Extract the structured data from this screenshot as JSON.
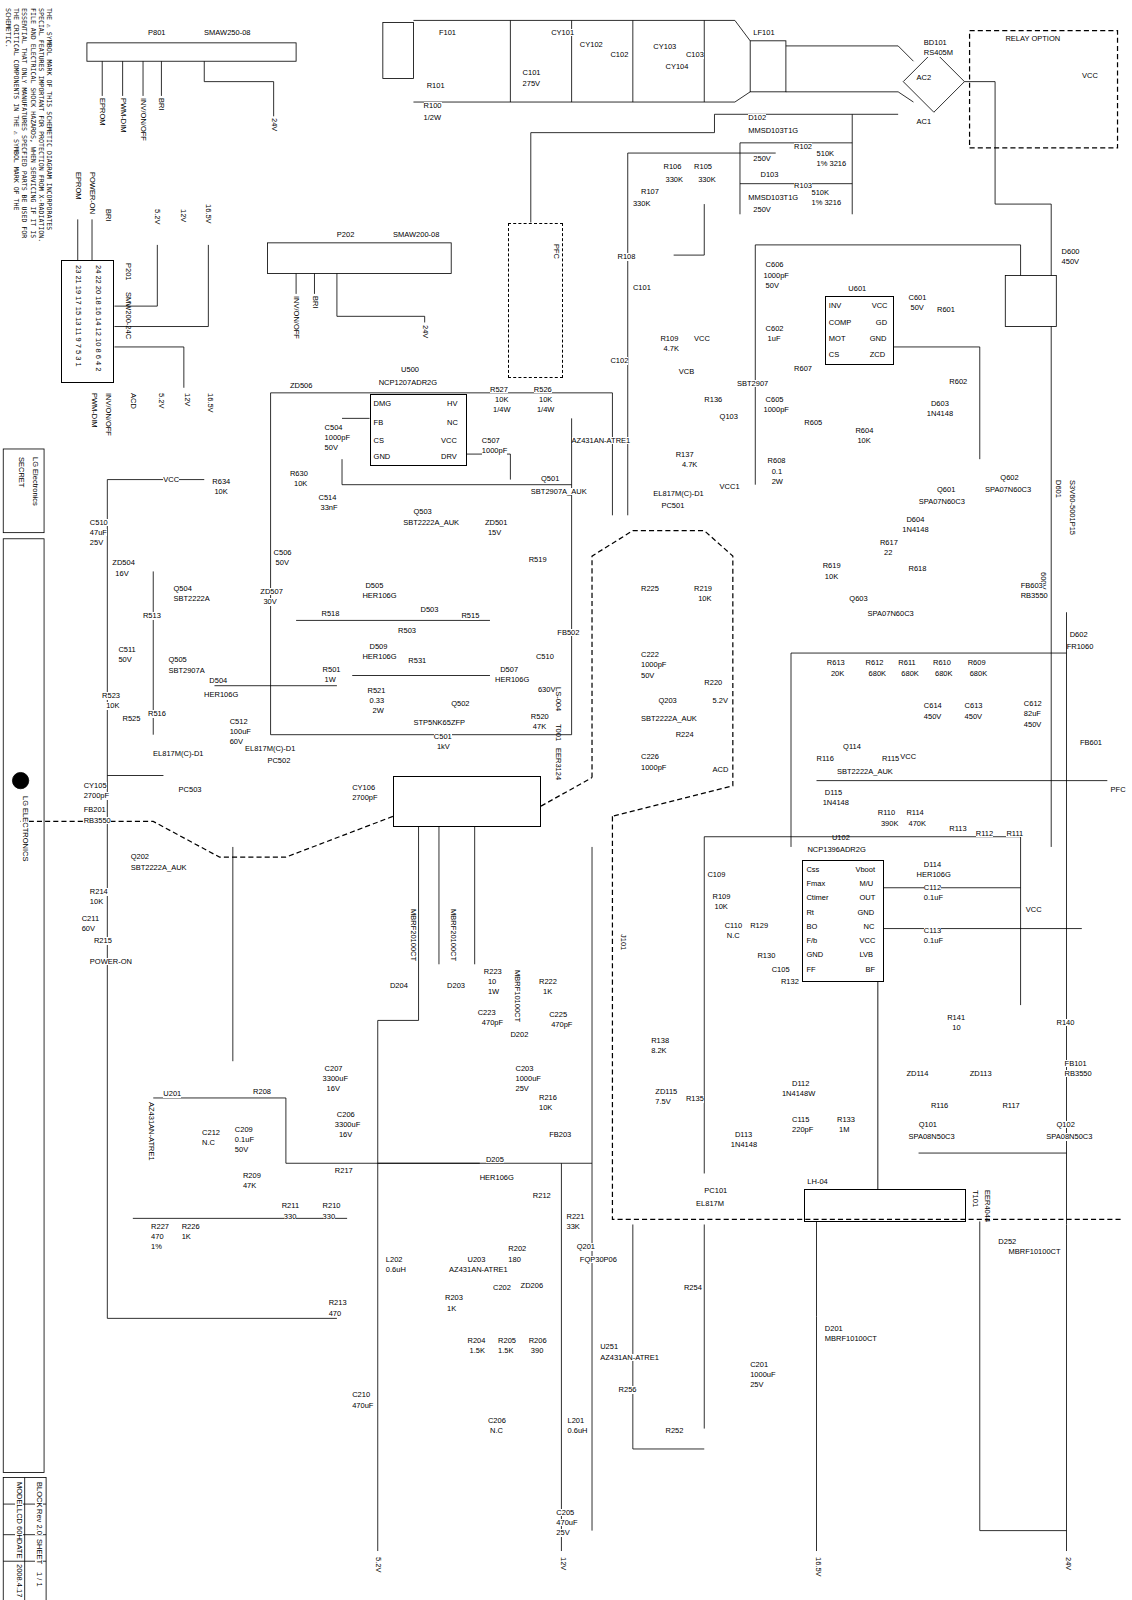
{
  "diagram": {
    "nodes": [
      {
        "text": [
          "P201",
          "SMW200-24C"
        ]
      },
      {
        "text": [
          "PFC"
        ]
      },
      {
        "text": [
          "U500",
          "NCP1207ADR2G"
        ]
      },
      {
        "text": [
          "U601"
        ]
      },
      {
        "text": [
          "LS-004",
          "T001",
          "EER3124"
        ]
      },
      {
        "text": [
          "U102",
          "NCP1396ADR2G"
        ]
      },
      {
        "text": [
          "LH-04",
          "T101",
          "EER4044"
        ]
      }
    ],
    "edges": [
      {
        "from": 5,
        "to": 6,
        "arrow": "none"
      }
    ],
    "labels": [
      "THE ⚠ SYMBOL MARK OF THIS SCHEMETIC DIAGRAM INCORPORATES SPECIAL FEATURES IMPORTANT FOR PROTECTION FROM X-RADIATION. FILE AND ELECTRICAL SHOCK HAZARDS, WHEN SERVICING IF IT IS ESSENTIAL THAT ONLY MANUFATURES SPECFIED PARTS BE USED FOR THE CRITICAL COMPONENTS IN THE ⚠ SYMBOL MARK OF THE SCHEMETIC.",
      "P801",
      "SMAW250-08",
      "EPROM",
      "PWM-DIM",
      "INV/ON/OFF",
      "BRI",
      "24V",
      "P202",
      "SMAW200-08",
      "INV/ON/OFF",
      "BRI",
      "24V",
      "EPROM",
      "POWER-ON",
      "BRI",
      "5.2V",
      "12V",
      "16.5V",
      "PWM-DIM",
      "INV/ON/OFF",
      "ACD",
      "5.2V",
      "12V",
      "16.5V",
      "23 21 19 17 15 13 11 9 7 5 3 1",
      "24 22 20 18 16 14 12 10 8 6 4 2",
      "SECRET",
      "LG Electronics",
      "LG ELECTRONICS",
      "MODEL",
      "LCD 60H 3237",
      "DATE",
      "2008.4.17",
      "BLOCK",
      "Rev 2.0",
      "SHEET",
      "1 / 1",
      "F101",
      "R101",
      "R100",
      "1/2W",
      "C101",
      "275V",
      "CY101",
      "CY102",
      "C102",
      "CY103",
      "C103",
      "CY104",
      "LF101",
      "BD101",
      "RS405M",
      "AC2",
      "AC1",
      "RELAY OPTION",
      "VCC",
      "D102",
      "MMSD103T1G",
      "250V",
      "R102",
      "510K",
      "1% 3216",
      "D103",
      "MMSD103T1G",
      "250V",
      "R103",
      "510K",
      "1% 3216",
      "R106",
      "330K",
      "R105",
      "330K",
      "R107",
      "330K",
      "R108",
      "C101",
      "R109",
      "4.7K",
      "C102",
      "VCB",
      "VCC",
      "R136",
      "Q103",
      "SBT2907",
      "R137",
      "4.7K",
      "AZ431AN-ATRE1",
      "VCC1",
      "EL817M(C)-D1",
      "PC501",
      "DMG",
      "FB",
      "CS",
      "GND",
      "HV",
      "NC",
      "VCC",
      "DRV",
      "R527",
      "10K",
      "1/4W",
      "R526",
      "10K",
      "1/4W",
      "ZD506",
      "C504",
      "1000pF",
      "50V",
      "C507",
      "1000pF",
      "Q503",
      "SBT2222A_AUK",
      "Q501",
      "SBT2907A_AUK",
      "ZD501",
      "15V",
      "R519",
      "R630",
      "10K",
      "C514",
      "33nF",
      "R634",
      "10K",
      "C506",
      "50V",
      "ZD507",
      "30V",
      "R518",
      "D505",
      "HER106G",
      "D503",
      "R503",
      "R515",
      "D509",
      "HER106G",
      "R531",
      "R501",
      "1W",
      "R521",
      "0.33",
      "2W",
      "Q502",
      "STP5NK65ZFP",
      "D507",
      "HER106G",
      "C510",
      "630V",
      "R520",
      "47K",
      "C501",
      "1kV",
      "FB502",
      "D504",
      "HER106G",
      "C512",
      "100uF",
      "60V",
      "VCC",
      "C510",
      "47uF",
      "25V",
      "ZD504",
      "16V",
      "Q504",
      "SBT2222A",
      "R513",
      "C511",
      "50V",
      "Q505",
      "SBT2907A",
      "R523",
      "10K",
      "R525",
      "R516",
      "EL817M(C)-D1",
      "PC503",
      "CY105",
      "2700pF",
      "FB201",
      "RB3550",
      "Q202",
      "SBT2222A_AUK",
      "R214",
      "10K",
      "C211",
      "60V",
      "R215",
      "POWER-ON",
      "EL817M(C)-D1",
      "PC502",
      "CY106",
      "2700pF",
      "R225",
      "R219",
      "10K",
      "C222",
      "1000pF",
      "50V",
      "Q203",
      "SBT2222A_AUK",
      "R220",
      "5.2V",
      "R224",
      "C226",
      "1000pF",
      "ACD",
      "D204",
      "MBRF20100CT",
      "D203",
      "MBRF20100CT",
      "R223",
      "10",
      "1W",
      "C223",
      "470pF",
      "D202",
      "MBRF10100CT",
      "R222",
      "1K",
      "C225",
      "470pF",
      "C207",
      "3300uF",
      "16V",
      "C206",
      "3300uF",
      "16V",
      "C203",
      "1000uF",
      "25V",
      "R216",
      "10K",
      "FB203",
      "D205",
      "HER106G",
      "R217",
      "U201",
      "AZ431AN-ATRE1",
      "C212",
      "N.C",
      "C209",
      "0.1uF",
      "50V",
      "R208",
      "R209",
      "47K",
      "R227",
      "470",
      "1%",
      "R226",
      "1K",
      "R211",
      "330",
      "R210",
      "330",
      "R213",
      "470",
      "L202",
      "0.6uH",
      "C210",
      "470uF",
      "5.2V",
      "R212",
      "R221",
      "33K",
      "U203",
      "AZ431AN-ATRE1",
      "R202",
      "180",
      "R203",
      "1K",
      "C202",
      "ZD206",
      "Q201",
      "FQP30P06",
      "R204",
      "1.5K",
      "R205",
      "1.5K",
      "R206",
      "390",
      "C206",
      "N.C",
      "L201",
      "0.6uH",
      "C205",
      "470uF",
      "25V",
      "12V",
      "U251",
      "AZ431AN-ATRE1",
      "R254",
      "C201",
      "1000uF",
      "25V",
      "D201",
      "MBRF10100CT",
      "16.5V",
      "D252",
      "MBRF10100CT",
      "24V",
      "R252",
      "R256",
      "INV",
      "COMP",
      "MOT",
      "CS",
      "VCC",
      "GD",
      "GND",
      "ZCD",
      "C606",
      "1000pF",
      "50V",
      "C602",
      "1uF",
      "R607",
      "C605",
      "1000pF",
      "R605",
      "R604",
      "10K",
      "R608",
      "0.1",
      "2W",
      "C601",
      "50V",
      "R601",
      "D600",
      "450V",
      "R602",
      "D603",
      "1N4148",
      "Q601",
      "SPA07N60C3",
      "Q602",
      "SPA07N60C3",
      "D604",
      "1N4148",
      "R617",
      "22",
      "R618",
      "R619",
      "10K",
      "Q603",
      "SPA07N60C3",
      "D601",
      "S3V60-5001P15",
      "600V",
      "FB603",
      "RB3550",
      "D602",
      "FR1060",
      "R613",
      "20K",
      "R612",
      "680K",
      "R611",
      "680K",
      "R610",
      "680K",
      "R609",
      "680K",
      "C614",
      "450V",
      "C613",
      "450V",
      "C612",
      "82uF",
      "450V",
      "FB601",
      "PFC",
      "R116",
      "R115",
      "Q114",
      "SBT2222A_AUK",
      "VCC",
      "D115",
      "1N4148",
      "R110",
      "390K",
      "R114",
      "470K",
      "R113",
      "R112",
      "R111",
      "Css",
      "Fmax",
      "Ctimer",
      "Rt",
      "BO",
      "F/b",
      "GND",
      "FF",
      "Vboot",
      "M/U",
      "OUT",
      "GND",
      "NC",
      "VCC",
      "LVB",
      "BF",
      "D114",
      "HER106G",
      "C112",
      "0.1uF",
      "VCC",
      "C113",
      "0.1uF",
      "FB101",
      "RB3550",
      "ZD113",
      "ZD114",
      "Q101",
      "SPA08N50C3",
      "Q102",
      "SPA08N50C3",
      "R140",
      "R141",
      "10",
      "R116",
      "R117",
      "D112",
      "1N4148W",
      "D113",
      "1N4148",
      "C115",
      "220pF",
      "R133",
      "1M",
      "R138",
      "8.2K",
      "R135",
      "ZD115",
      "7.5V",
      "PC101",
      "EL817M",
      "C109",
      "R109",
      "10K",
      "C110",
      "N.C",
      "R129",
      "R130",
      "C105",
      "R132",
      "J101"
    ]
  }
}
